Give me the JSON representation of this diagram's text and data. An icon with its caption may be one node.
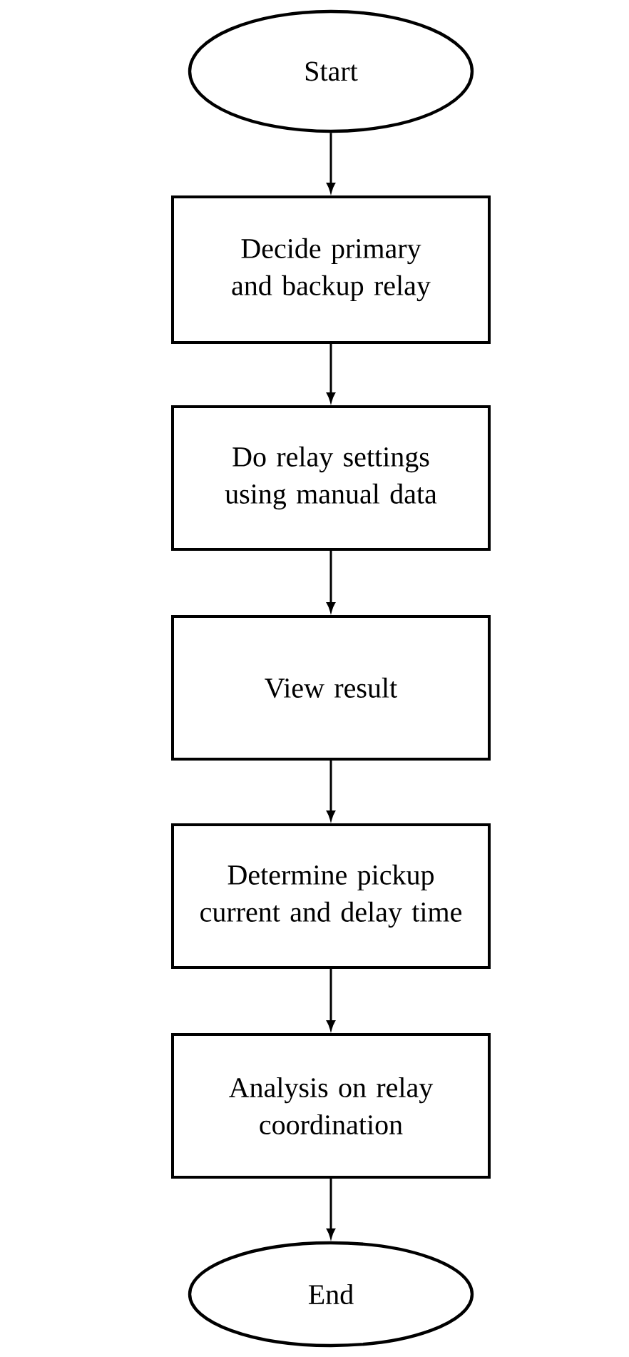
{
  "diagram": {
    "nodes": [
      {
        "text": [
          "Start"
        ]
      },
      {
        "text": [
          "Decide primary and backup relay"
        ]
      },
      {
        "text": [
          "Do relay settings using manual data"
        ]
      },
      {
        "text": [
          "View result"
        ]
      },
      {
        "text": [
          "Determine pickup current and delay time"
        ]
      },
      {
        "text": [
          "Analysis on relay coordination"
        ]
      },
      {
        "text": [
          "End"
        ]
      }
    ],
    "edges": [
      {
        "from": 0,
        "to": 1,
        "arrow": "to"
      },
      {
        "from": 1,
        "to": 2,
        "arrow": "to"
      },
      {
        "from": 2,
        "to": 3,
        "arrow": "to"
      },
      {
        "from": 3,
        "to": 4,
        "arrow": "to"
      },
      {
        "from": 4,
        "to": 5,
        "arrow": "to"
      },
      {
        "from": 5,
        "to": 6,
        "arrow": "to"
      }
    ]
  }
}
